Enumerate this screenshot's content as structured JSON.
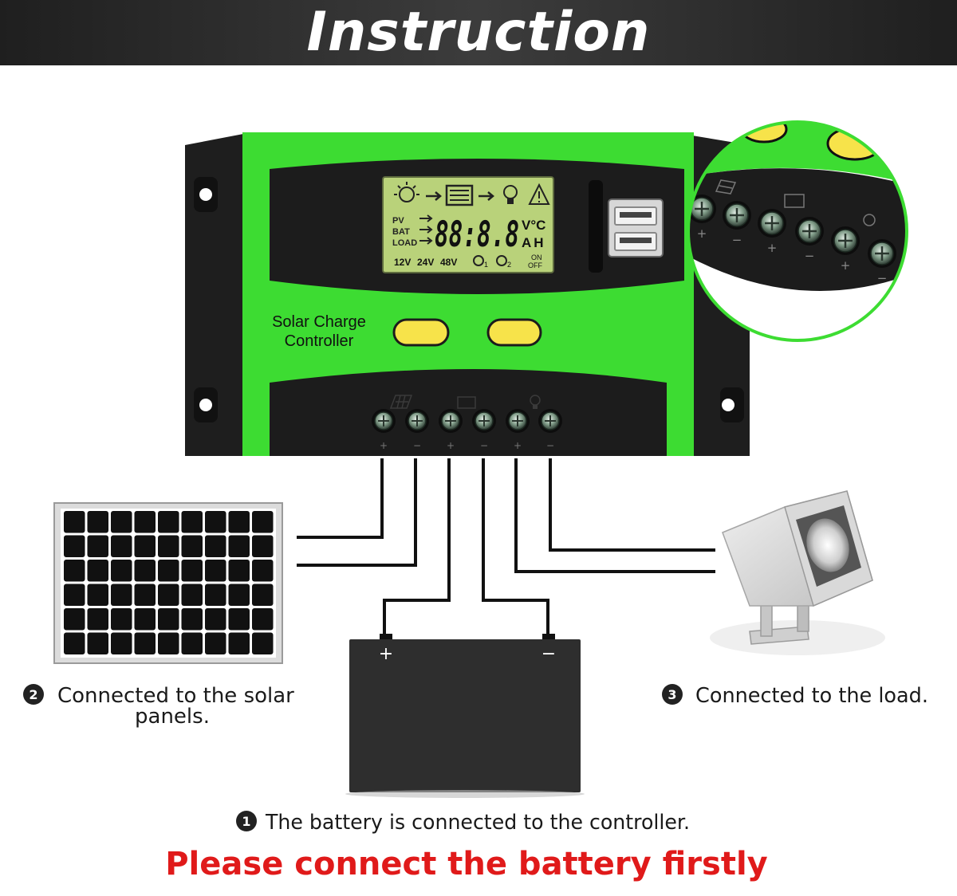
{
  "banner": {
    "title": "Instruction"
  },
  "controller": {
    "label": "Solar Charge\nController",
    "lcd": {
      "rows": [
        "PV",
        "BAT",
        "LOAD"
      ],
      "digits": "88:8.8",
      "units_top": "V°C",
      "units_bottom": "AH",
      "voltages": [
        "12V",
        "24V",
        "48V"
      ],
      "timers": [
        "1",
        "2"
      ],
      "on_label": "ON",
      "off_label": "OFF"
    },
    "terminals": [
      "+",
      "−",
      "+",
      "−",
      "+",
      "−"
    ]
  },
  "battery": {
    "positive_label": "+",
    "negative_label": "−"
  },
  "steps": [
    {
      "number": "1",
      "text": "The battery is connected to the controller."
    },
    {
      "number": "2",
      "text": "Connected to the solar\npanels."
    },
    {
      "number": "3",
      "text": "Connected to the load."
    }
  ],
  "warning": "Please connect the battery firstly",
  "colors": {
    "controller_green": "#3ddc32",
    "controller_dark": "#1e1e1e",
    "lcd_green": "#b9d27a",
    "button_yellow": "#f7e34a",
    "warning_red": "#e01a1a",
    "battery_dark": "#2e2e2e"
  }
}
